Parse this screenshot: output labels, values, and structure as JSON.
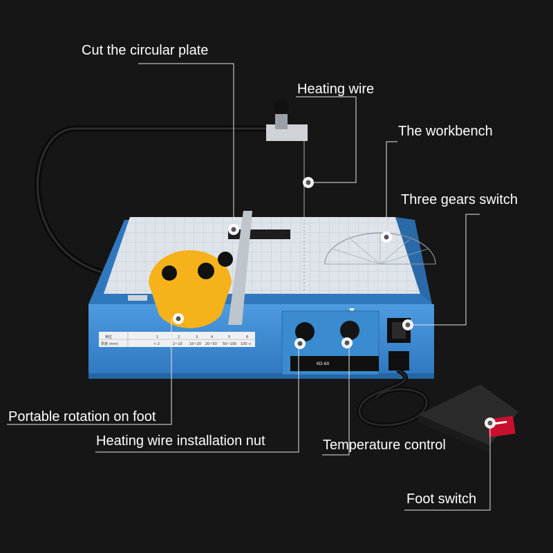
{
  "diagram": {
    "labels": {
      "cut_circular_plate": "Cut the circular plate",
      "heating_wire": "Heating wire",
      "workbench": "The workbench",
      "three_gears_switch": "Three gears switch",
      "portable_rotation": "Portable rotation on foot",
      "installation_nut": "Heating wire installation nut",
      "temperature_control": "Temperature control",
      "foot_switch": "Foot switch"
    },
    "panel_text": {
      "model": "KD-60"
    },
    "scale_row": {
      "header": [
        "档位",
        "厚度 (mm)"
      ],
      "numbers": [
        "1",
        "2",
        "3",
        "4",
        "5",
        "6"
      ],
      "ranges": [
        "< 2",
        "2~10",
        "10~20",
        "20~50",
        "50~100",
        "100 +"
      ]
    },
    "colors": {
      "background": "#161616",
      "machine_blue": "#3f8ed3",
      "table_top": "#dfe4ea",
      "protractor": "#f5b21a",
      "pedal_body": "#2b2b2b",
      "pedal_red": "#c8102e",
      "label_text": "#ffffff"
    }
  }
}
